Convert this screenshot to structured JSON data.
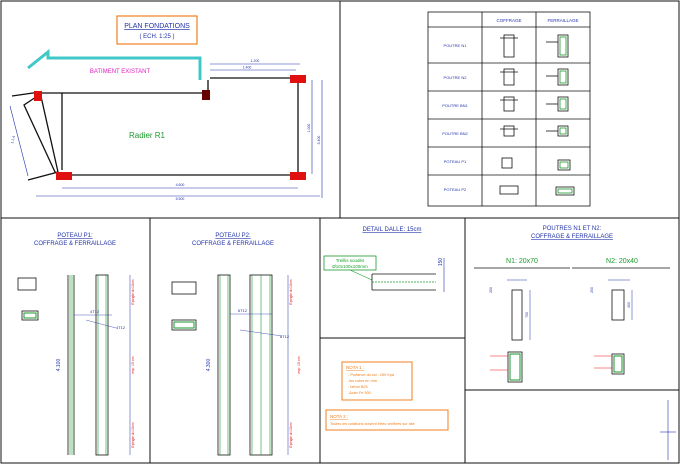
{
  "plan": {
    "title": "PLAN FONDATIONS",
    "scale": "( ECH. 1:25 )",
    "existing_building": "BATIMENT EXISTANT",
    "slab_label": "Radier R1",
    "dims": [
      "1.200",
      "1.400",
      "1.000",
      "5.400",
      "4.600",
      "5.500",
      "1.1.4",
      "5.000"
    ]
  },
  "schedule": {
    "headers": [
      "COFFRAGE",
      "FERRAILLAGE"
    ],
    "rows": [
      "POUTRE N1",
      "POUTRE N2",
      "POUTRE BN1",
      "POUTRE BN2",
      "POTEAU P1",
      "POTEAU P2"
    ]
  },
  "poteau_p1": {
    "title": "POTEAU P1:",
    "subtitle": "COFFRAGE & FERRAILLAGE",
    "height": "4.100",
    "bar_labels": [
      "4T12",
      "4T12"
    ],
    "tie_labels": [
      "Epingle d=10cm",
      "esp: 15 cm",
      "Epingle d=10cm"
    ]
  },
  "poteau_p2": {
    "title": "POTEAU P2:",
    "subtitle": "COFFRAGE & FERRAILLAGE",
    "height": "4.300",
    "bar_labels": [
      "6T12",
      "6T12"
    ],
    "tie_labels": [
      "Epingle d=10cm",
      "esp: 15 cm",
      "Epingle d=10cm"
    ]
  },
  "dalle": {
    "title": "DETAIL DALLE: 15cm",
    "mesh": "Treillis soudés",
    "mesh_spec": "Ø10x100x100mm",
    "thickness": "150"
  },
  "poutres": {
    "title": "POUTRES N1 ET N2:",
    "subtitle": "COFFRAGE & FERRAILLAGE",
    "n1": "N1: 20x70",
    "n2": "N2: 20x40",
    "width_n1": "200",
    "height_n1": "700",
    "width_n2": "200",
    "height_n2": "400"
  },
  "nota1": {
    "title": "NOTA 1 :",
    "lines": [
      "- Portance du sol : 250 Kpa",
      "-les cotes en mm",
      "- béton B25",
      "-Acier Fe 500"
    ]
  },
  "nota2": {
    "title": "NOTA 2 :",
    "lines": [
      "Toutes les cotations doivent êtres verifiees sur site"
    ]
  },
  "colors": {
    "outline": "#111111",
    "dimension": "#2233aa",
    "rebar": "#1a9a2a",
    "magenta": "#e020c0",
    "red": "#e01010",
    "orange": "#f08020",
    "cyan": "#40c8c8"
  }
}
